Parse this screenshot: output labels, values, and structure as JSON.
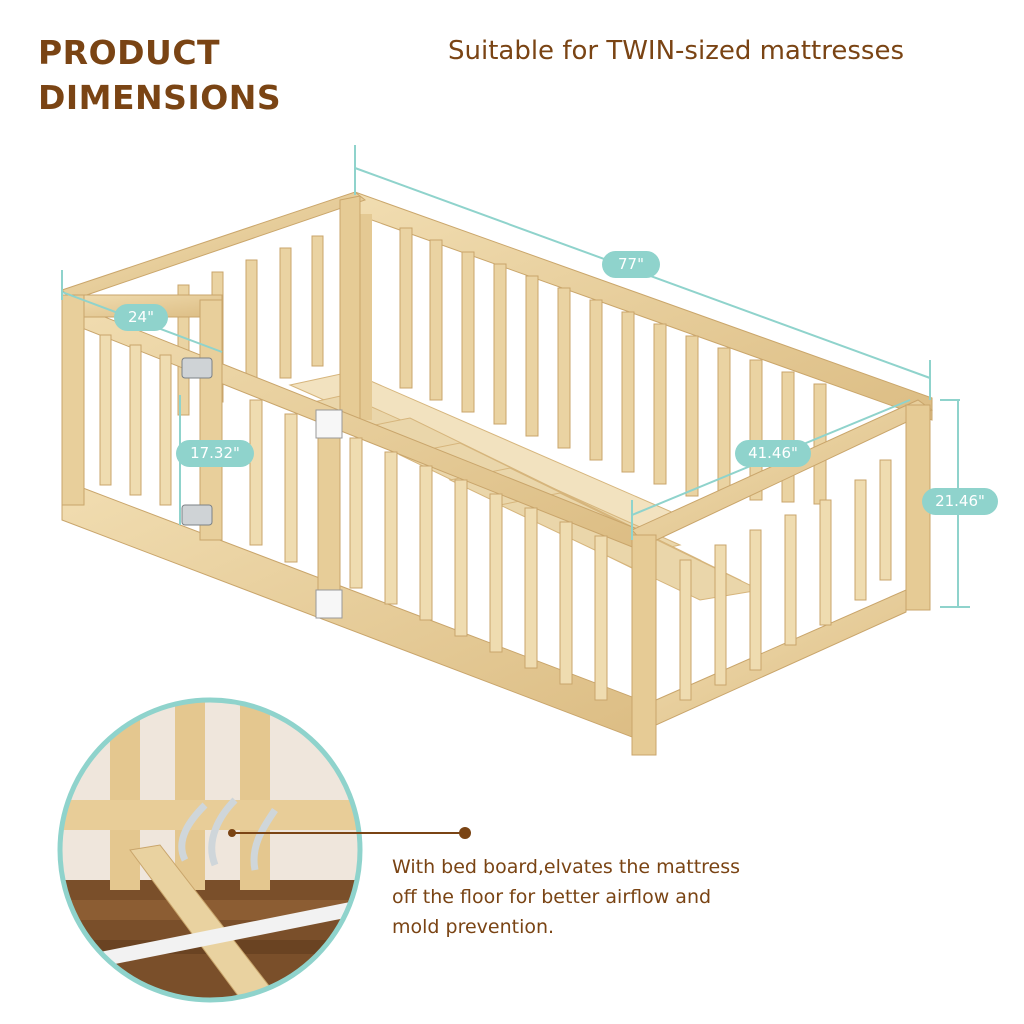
{
  "header": {
    "title_line1": "PRODUCT",
    "title_line2": "DIMENSIONS",
    "subtitle": "Suitable for TWIN-sized mattresses"
  },
  "dimensions": {
    "length": "77\"",
    "width": "24\"",
    "inner_width": "41.46\"",
    "height": "21.46\"",
    "gate_height": "17.32\""
  },
  "detail": {
    "caption_line1": "With bed board,elvates the mattress",
    "caption_line2": "off the floor for better airflow and",
    "caption_line3": "mold prevention."
  },
  "colors": {
    "text_brown": "#7a4414",
    "label_teal": "#8fd3cc",
    "wood": "#e9d2a0"
  }
}
